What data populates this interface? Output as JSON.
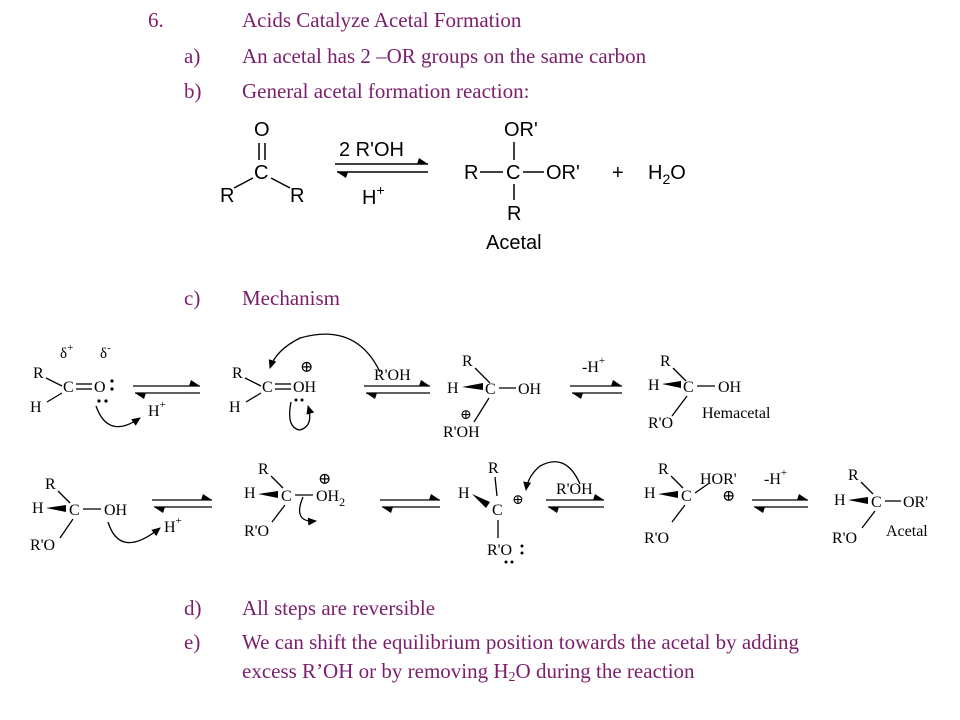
{
  "outline": {
    "heading": {
      "num": "6.",
      "text": "Acids Catalyze Acetal Formation"
    },
    "a": {
      "num": "a)",
      "text": "An acetal has 2 –OR groups on the same carbon"
    },
    "b": {
      "num": "b)",
      "text": "General acetal formation reaction:"
    },
    "c": {
      "num": "c)",
      "text": "Mechanism"
    },
    "d": {
      "num": "d)",
      "text": "All steps are reversible"
    },
    "e": {
      "num": "e)",
      "line1": "We can shift the equilibrium position towards the acetal by adding",
      "line2_pre": "excess R’OH or by removing H",
      "line2_sub": "2",
      "line2_post": "O during the reaction"
    }
  },
  "general_reaction": {
    "reagent_top": "2 R'OH",
    "reagent_bottom": "H",
    "plus_sign": "+",
    "product_label": "Acetal",
    "water_h": "H",
    "water_sub": "2",
    "water_o": "O",
    "atom_O": "O",
    "atom_C": "C",
    "atom_R": "R",
    "atom_OR": "OR'",
    "atom_R2": "R"
  },
  "mechanism": {
    "delta_plus": "δ",
    "delta_minus": "δ",
    "reagent_hplus": "H",
    "reagent_roh": "R'OH",
    "reagent_minus_h": "-H",
    "label_hemiacetal": "Hemacetal",
    "label_acetal": "Acetal",
    "atom_R": "R",
    "atom_H": "H",
    "atom_C": "C",
    "atom_O": "O",
    "atom_OH": "OH",
    "atom_ROH": "R'OH",
    "atom_RO": "R'O",
    "atom_OH2": "OH",
    "atom_HOR": "HOR'",
    "atom_OR": "OR'",
    "sub_2": "2",
    "plus": "+",
    "minus": "-",
    "circled_plus": "⊕"
  }
}
